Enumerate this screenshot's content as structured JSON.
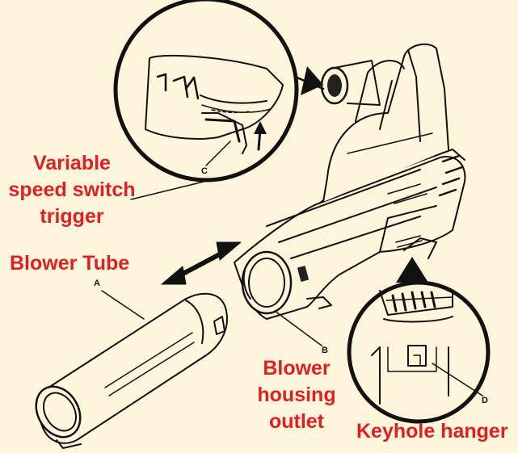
{
  "labels": {
    "variable_speed_line1": "Variable",
    "variable_speed_line2": "speed switch",
    "variable_speed_line3": "trigger",
    "blower_tube": "Blower Tube",
    "blower_housing_line1": "Blower",
    "blower_housing_line2": "housing",
    "blower_housing_line3": "outlet",
    "keyhole_hanger": "Keyhole hanger"
  },
  "letters": {
    "a": "A",
    "b": "B",
    "c": "C",
    "d": "D"
  },
  "colors": {
    "background": "#fdf6dc",
    "label": "#e02020",
    "line": "#111111"
  }
}
